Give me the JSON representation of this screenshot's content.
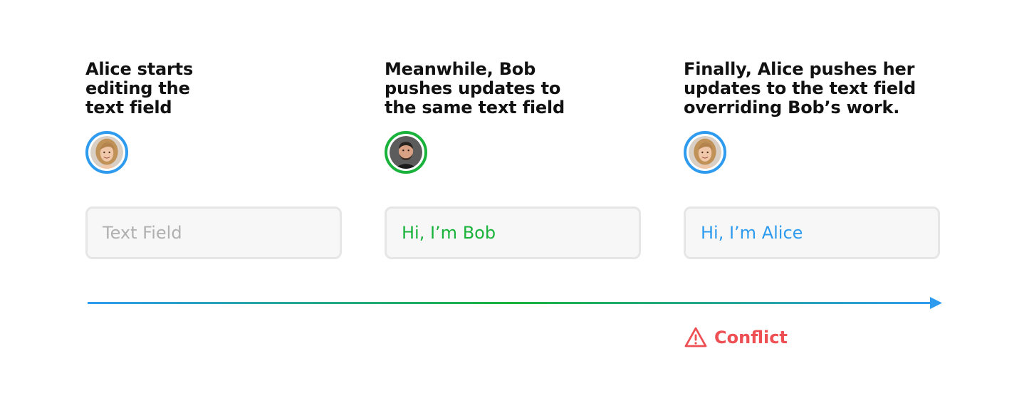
{
  "steps": [
    {
      "title": "Alice starts\nediting the\ntext field",
      "user": "Alice",
      "avatar_icon": "alice-avatar-icon",
      "avatar_color": "#2f9bef",
      "field_text": "Text Field",
      "field_is_placeholder": true,
      "field_color": "#b0b0b0"
    },
    {
      "title": "Meanwhile, Bob\npushes updates to\nthe same text field",
      "user": "Bob",
      "avatar_icon": "bob-avatar-icon",
      "avatar_color": "#19b33b",
      "field_text": "Hi, I’m Bob",
      "field_is_placeholder": false,
      "field_color": "#19b33b"
    },
    {
      "title": "Finally, Alice pushes her\nupdates to the text field\noverriding Bob’s work.",
      "user": "Alice",
      "avatar_icon": "alice-avatar-icon",
      "avatar_color": "#2f9bef",
      "field_text": "Hi, I’m Alice",
      "field_is_placeholder": false,
      "field_color": "#2f9bef"
    }
  ],
  "timeline": {
    "gradient_colors": [
      "#2f9bef",
      "#19b33b",
      "#2f9bef"
    ],
    "arrow_icon": "arrow-right-icon"
  },
  "conflict": {
    "label": "Conflict",
    "icon": "warning-triangle-icon",
    "color": "#ee4f52"
  }
}
